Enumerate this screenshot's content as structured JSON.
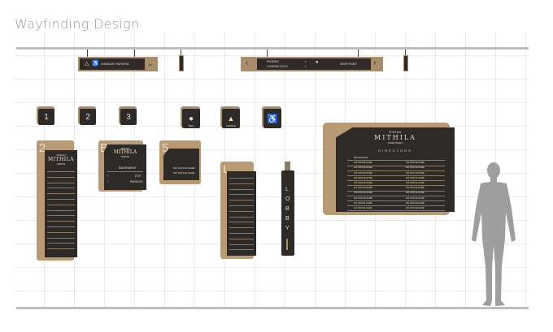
{
  "page_title": "Wayfinding Design",
  "hanging_sign_left": {
    "label": "DISABLED PARKING",
    "icons": [
      "accessible-toilet-icon",
      "wheelchair-icon"
    ]
  },
  "hanging_sign_right": {
    "row1": "PARKING",
    "row2": "LOADING DOCK",
    "right_label": "DROP POINT"
  },
  "floor_cubes": [
    "1",
    "2",
    "3"
  ],
  "icon_cubes": [
    {
      "icon": "female-icon",
      "caption": "MEN"
    },
    {
      "icon": "female-icon",
      "caption": "FEMALE"
    },
    {
      "icon": "wheelchair-icon",
      "caption": ""
    }
  ],
  "panel_2": {
    "number": "2",
    "brand_top": "ROHAN",
    "brand": "MITHILA",
    "brand_sub": "CENTRE"
  },
  "panel_b": {
    "number": "B",
    "brand_top": "ROHAN",
    "brand": "MITHILA",
    "brand_sub": "CENTRE",
    "floor_label": "BASEMENT",
    "exit_label": "EXIT",
    "parking_label": "PARKING"
  },
  "panel_5": {
    "number": "5",
    "line1": "501 OFFICE NAME",
    "line2": "502 OFFICE NAME"
  },
  "panel_l": {
    "number": "L"
  },
  "lobby_sign": {
    "letters": [
      "L",
      "O",
      "B",
      "B",
      "Y"
    ]
  },
  "directory": {
    "brand_top": "ROHAN",
    "brand": "MITHILA",
    "brand_sub": "SOME STREET",
    "heading": "DIRECTORS",
    "rows": [
      "RESTAURANT",
      "102 OFFICE NAME",
      "103 OFFICE NAME",
      "104 OFFICE NAME",
      "105 OFFICE NAME",
      "106 OFFICE NAME",
      "107 OFFICE NAME",
      "108 OFFICE NAME",
      "109 OFFICE NAME",
      "110 OFFICE NAME",
      "111 OFFICE NAME"
    ],
    "right_col": "202 OFFICE NAME"
  },
  "colors": {
    "dark": "#2e2a27",
    "tan": "#a98e6c",
    "rail": "#bdbdbd",
    "figure": "#9e9e9e"
  }
}
